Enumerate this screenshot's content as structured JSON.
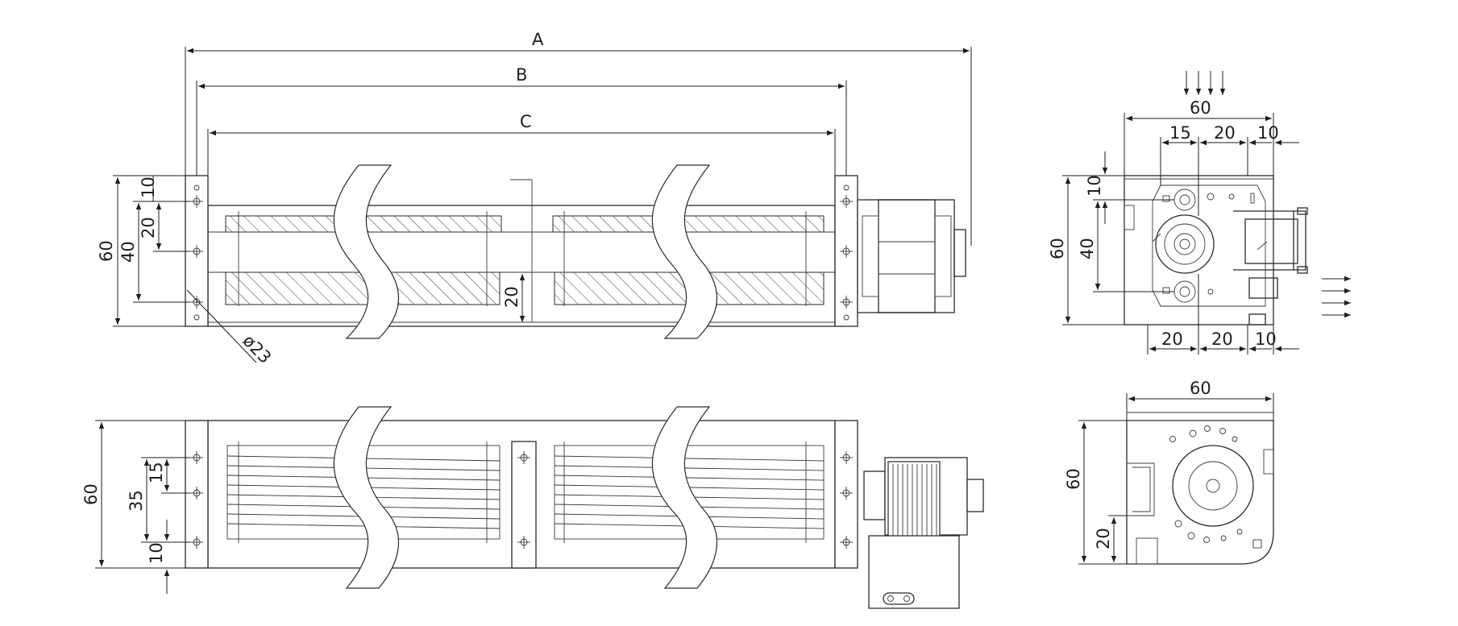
{
  "views": {
    "front": {
      "overall_labels": [
        "A",
        "B",
        "C"
      ],
      "left_dims": [
        "60",
        "40",
        "20",
        "10"
      ],
      "hole_diameter": "ø23",
      "inner_height": "20"
    },
    "bottom": {
      "dims": [
        "60",
        "35",
        "15",
        "10"
      ]
    },
    "side_top": {
      "top_dims": [
        "60",
        "15",
        "20",
        "10"
      ],
      "left_dims": [
        "10",
        "60",
        "40"
      ],
      "bottom_dims": [
        "20",
        "20",
        "10"
      ]
    },
    "side_bottom": {
      "top_dim": "60",
      "left_dims": [
        "60",
        "20"
      ]
    }
  },
  "colors": {
    "line": "#2a2a2a",
    "hatch": "#3a3a3a",
    "background": "#ffffff"
  }
}
